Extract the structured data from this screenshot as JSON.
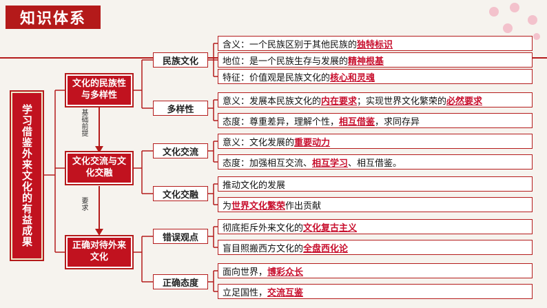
{
  "title": "知识体系",
  "root": "学习借鉴外来文化的有益成果",
  "level1": [
    {
      "label": "文化的民族性与多样性"
    },
    {
      "label": "文化交流与文化交融"
    },
    {
      "label": "正确对待外来文化"
    }
  ],
  "connectors": {
    "basis": "基础前提",
    "requirement": "要求"
  },
  "level2": [
    {
      "label": "民族文化"
    },
    {
      "label": "多样性"
    },
    {
      "label": "文化交流"
    },
    {
      "label": "文化交融"
    },
    {
      "label": "错误观点"
    },
    {
      "label": "正确态度"
    }
  ],
  "leaves": [
    {
      "pre": "含义：一个民族区别于其他民族的",
      "hl": "独特标识",
      "post": ""
    },
    {
      "pre": "地位：是一个民族生存与发展的",
      "hl": "精神根基",
      "post": ""
    },
    {
      "pre": "特征：价值观是民族文化的",
      "hl": "核心和灵魂",
      "post": ""
    },
    {
      "pre": "意义：发展本民族文化的",
      "hl": "内在要求",
      "post": "；实现世界文化繁荣的",
      "hl2": "必然要求"
    },
    {
      "pre": "态度：尊重差异，理解个性，",
      "hl": "相互借鉴",
      "post": "，求同存异"
    },
    {
      "pre": "意义：文化发展的",
      "hl": "重要动力",
      "post": ""
    },
    {
      "pre": "态度：加强相互交流、",
      "hl": "相互学习",
      "post": "、相互借鉴。"
    },
    {
      "pre": "推动文化的发展",
      "hl": "",
      "post": ""
    },
    {
      "pre": "为",
      "hl": "世界文化繁荣",
      "post": "作出贡献"
    },
    {
      "pre": "彻底拒斥外来文化的",
      "hl": "文化复古主义",
      "post": ""
    },
    {
      "pre": "盲目照搬西方文化的",
      "hl": "全盘西化论",
      "post": ""
    },
    {
      "pre": "面向世界，",
      "hl": "博彩众长",
      "post": ""
    },
    {
      "pre": "立足国性，",
      "hl": "交流互鉴",
      "post": ""
    }
  ],
  "colors": {
    "accent": "#b41a1a",
    "highlight": "#c8102e"
  }
}
